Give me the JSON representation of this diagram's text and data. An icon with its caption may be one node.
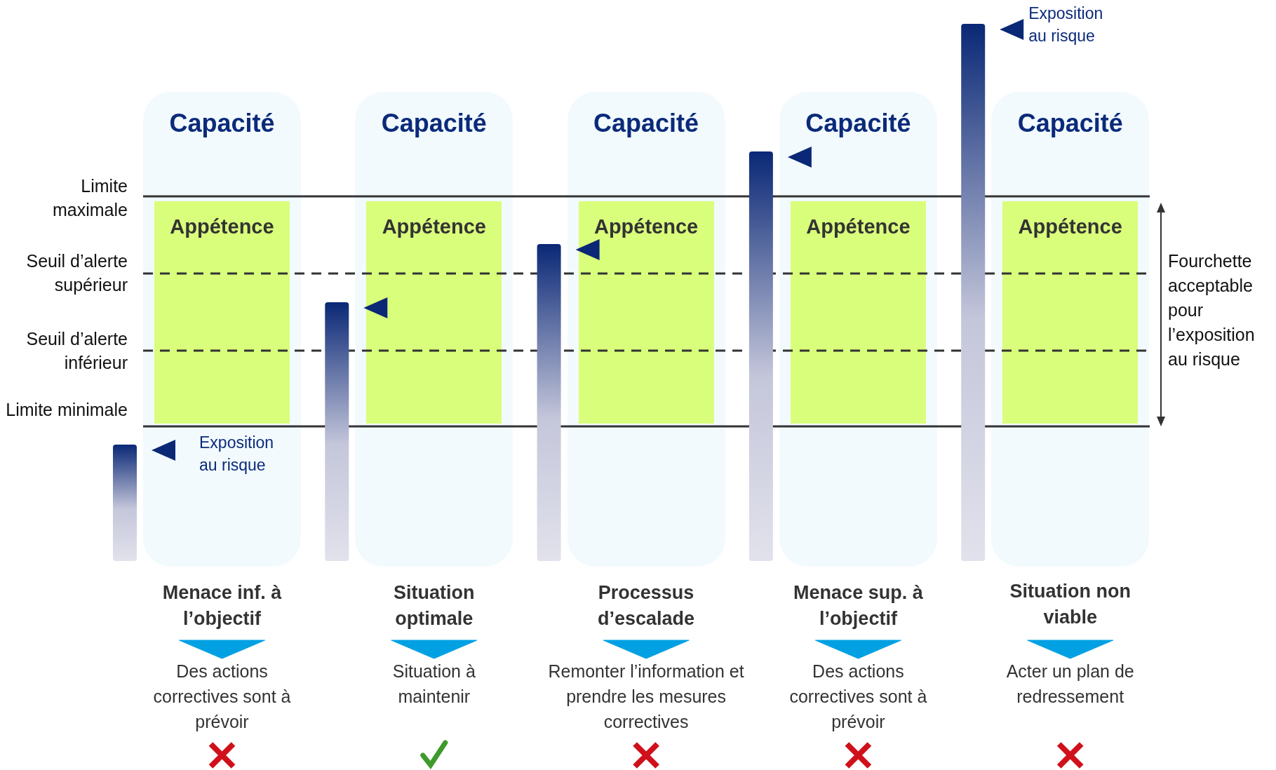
{
  "diagram": {
    "nodes": [
      {
        "text": [
          "Capacité"
        ]
      },
      {
        "text": [
          "Appétence"
        ],
        "in": 0
      },
      {
        "text": [
          "Capacité"
        ]
      },
      {
        "text": [
          "Appétence"
        ],
        "in": 2
      },
      {
        "text": [
          "Capacité"
        ]
      },
      {
        "text": [
          "Appétence"
        ],
        "in": 4
      },
      {
        "text": [
          "Capacité"
        ]
      },
      {
        "text": [
          "Appétence"
        ],
        "in": 6
      },
      {
        "text": [
          "Capacité"
        ]
      },
      {
        "text": [
          "Appétence"
        ],
        "in": 8
      },
      {
        "text": [
          "Menace inf. à l’objectif"
        ]
      },
      {
        "text": [
          "Situation optimale"
        ]
      },
      {
        "text": [
          "Processus d’escalade"
        ]
      },
      {
        "text": [
          "Menace sup. à l’objectif"
        ]
      },
      {
        "text": [
          "Situation non viable"
        ]
      },
      {
        "text": [
          "Des actions correctives sont à prévoir"
        ]
      },
      {
        "text": [
          "Situation à maintenir"
        ]
      },
      {
        "text": [
          "Remonter l’information et prendre les mesures correctives"
        ]
      },
      {
        "text": [
          "Des actions correctives sont à prévoir"
        ]
      },
      {
        "text": [
          "Acter un plan de redressement"
        ]
      },
      {
        "text": [],
        "shape": "bar"
      },
      {
        "text": [],
        "shape": "bar"
      },
      {
        "text": [],
        "shape": "bar"
      },
      {
        "text": [],
        "shape": "bar"
      },
      {
        "text": [],
        "shape": "bar",
        "beside": [
          "Exposition au risque"
        ]
      }
    ],
    "edges": [
      {
        "from": 10,
        "to": 15,
        "arrow": "to"
      },
      {
        "from": 11,
        "to": 16,
        "arrow": "to"
      },
      {
        "from": 12,
        "to": 17,
        "arrow": "to"
      },
      {
        "from": 13,
        "to": 18,
        "arrow": "to"
      },
      {
        "from": 14,
        "to": 19,
        "arrow": "to"
      }
    ],
    "labels": [
      "Exposition au risque",
      "Limite maximale",
      "Seuil d’alerte supérieur",
      "Seuil d’alerte inférieur",
      "Limite minimale",
      "Fourchette acceptable pour l’exposition au risque"
    ]
  }
}
